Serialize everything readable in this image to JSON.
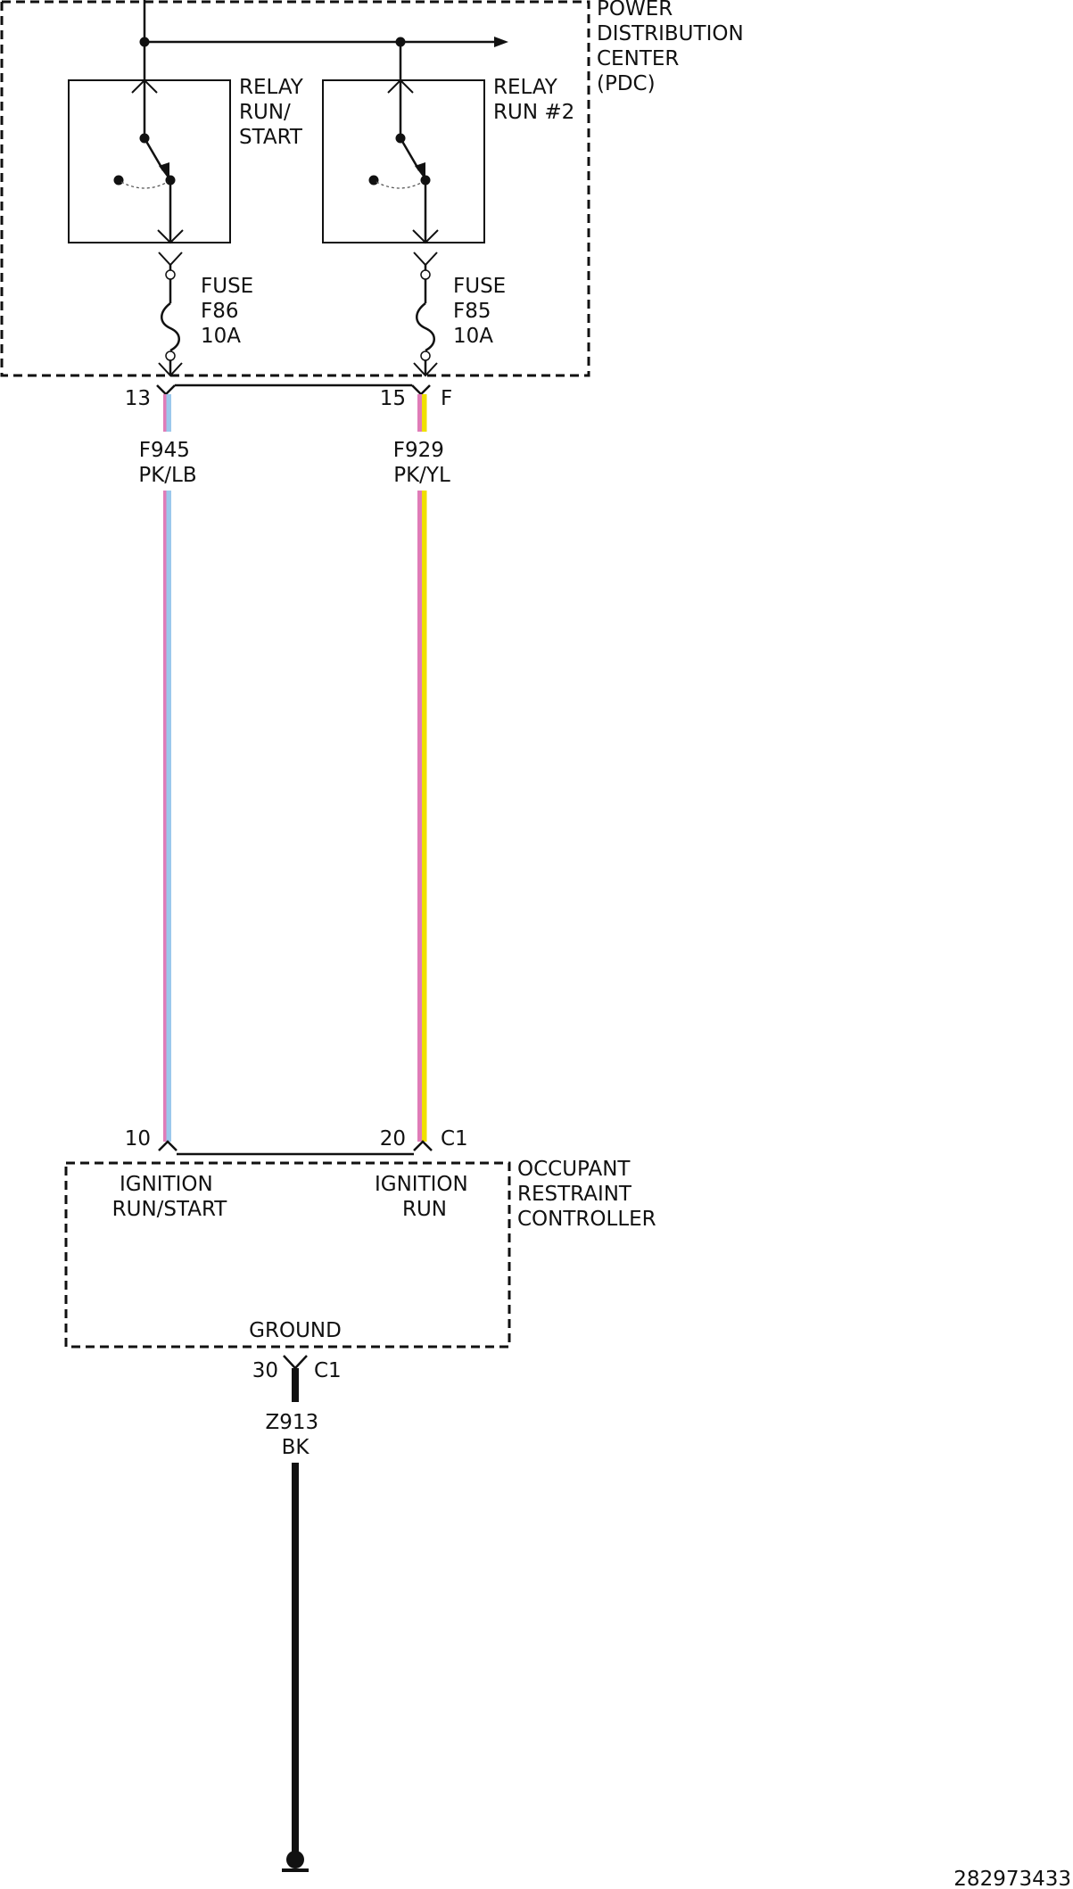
{
  "colors": {
    "pink": "#e07cb8",
    "light_blue": "#9cc8ec",
    "yellow": "#f0e000",
    "black": "#111111"
  },
  "pdc": {
    "label_lines": [
      "POWER",
      "DISTRIBUTION",
      "CENTER",
      "(PDC)"
    ],
    "relay_run_start": {
      "label_lines": [
        "RELAY",
        "RUN/",
        "START"
      ]
    },
    "relay_run_2": {
      "label_lines": [
        "RELAY",
        "RUN #2"
      ]
    },
    "fuse_f86": {
      "label_lines": [
        "FUSE",
        "F86",
        "10A"
      ]
    },
    "fuse_f85": {
      "label_lines": [
        "FUSE",
        "F85",
        "10A"
      ]
    },
    "connector_label": "F",
    "pin_left": "13",
    "pin_right": "15"
  },
  "wires": {
    "f945": {
      "circuit": "F945",
      "color_code": "PK/LB"
    },
    "f929": {
      "circuit": "F929",
      "color_code": "PK/YL"
    },
    "z913": {
      "circuit": "Z913",
      "color_code": "BK"
    }
  },
  "orc": {
    "label_lines": [
      "OCCUPANT",
      "RESTRAINT",
      "CONTROLLER"
    ],
    "connector_label": "C1",
    "pin_left": "10",
    "pin_right": "20",
    "input_left_lines": [
      "IGNITION",
      "RUN/START"
    ],
    "input_right_lines": [
      "IGNITION",
      "RUN"
    ],
    "ground_label": "GROUND",
    "ground_pin": "30",
    "ground_connector": "C1"
  },
  "figure_id": "282973433"
}
